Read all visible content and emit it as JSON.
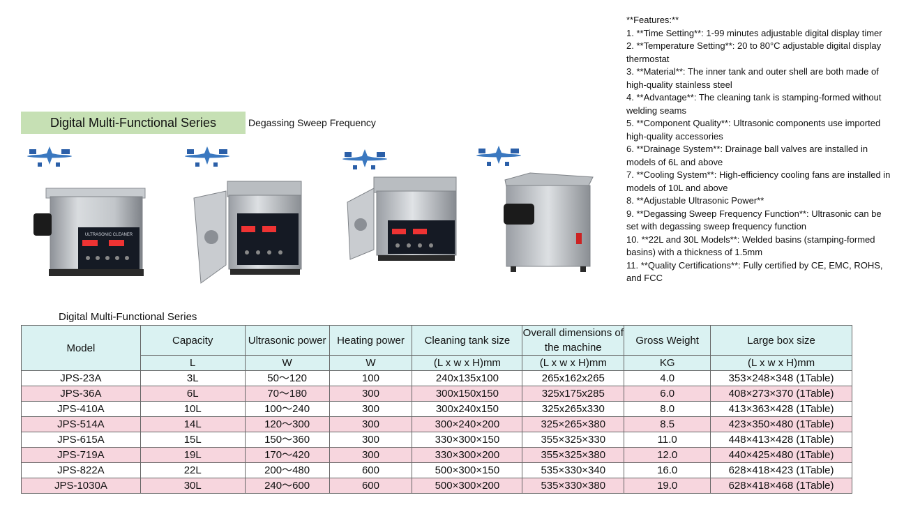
{
  "features": {
    "heading": "**Features:**",
    "lines": [
      "1. **Time Setting**: 1-99 minutes adjustable digital display timer",
      "2. **Temperature Setting**: 20 to 80°C adjustable digital display thermostat",
      "3. **Material**: The inner tank and outer shell are both made of high-quality stainless steel",
      "4. **Advantage**: The cleaning tank is stamping-formed without welding seams",
      "5. **Component Quality**: Ultrasonic components use imported high-quality accessories",
      "6. **Drainage System**: Drainage ball valves are installed in models of 6L and above",
      "7. **Cooling System**: High-efficiency cooling fans are installed in models of 10L and above",
      "8. **Adjustable Ultrasonic Power**",
      "9. **Degassing Sweep Frequency Function**: Ultrasonic can be set with degassing sweep frequency function",
      "10. **22L and 30L Models**: Welded basins (stamping-formed basins) with a thickness of 1.5mm",
      "11. **Quality Certifications**: Fully certified by CE, EMC, ROHS, and FCC"
    ]
  },
  "banner": {
    "title": "Digital Multi-Functional Series",
    "side_label": "Degassing Sweep Frequency"
  },
  "product_panel_text": "ULTRASONIC CLEANER",
  "table": {
    "title": "Digital Multi-Functional Series",
    "headers": [
      "Model",
      "Capacity",
      "Ultrasonic power",
      "Heating power",
      "Cleaning tank size",
      "Overall dimensions of the machine",
      "Gross Weight",
      "Large box size"
    ],
    "units": [
      "L",
      "W",
      "W",
      "(L x w x H)mm",
      "(L x w x H)mm",
      "KG",
      "(L x w x H)mm"
    ],
    "rows": [
      [
        "JPS-23A",
        "3L",
        "50～120",
        "100",
        "240x135x100",
        "265x162x265",
        "4.0",
        "353×248×348 (1Table)"
      ],
      [
        "JPS-36A",
        "6L",
        "70～180",
        "300",
        "300x150x150",
        "325x175x285",
        "6.0",
        "408×273×370 (1Table)"
      ],
      [
        "JPS-410A",
        "10L",
        "100～240",
        "300",
        "300x240x150",
        "325x265x330",
        "8.0",
        "413×363×428 (1Table)"
      ],
      [
        "JPS-514A",
        "14L",
        "120～300",
        "300",
        "300×240×200",
        "325×265×380",
        "8.5",
        "423×350×480 (1Table)"
      ],
      [
        "JPS-615A",
        "15L",
        "150～360",
        "300",
        "330×300×150",
        "355×325×330",
        "11.0",
        "448×413×428 (1Table)"
      ],
      [
        "JPS-719A",
        "19L",
        "170～420",
        "300",
        "330×300×200",
        "355×325×380",
        "12.0",
        "440×425×480 (1Table)"
      ],
      [
        "JPS-822A",
        "22L",
        "200～480",
        "600",
        "500×300×150",
        "535×330×340",
        "16.0",
        "628×418×423 (1Table)"
      ],
      [
        "JPS-1030A",
        "30L",
        "240～600",
        "600",
        "500×300×200",
        "535×330×380",
        "19.0",
        "628×418×468 (1Table)"
      ]
    ]
  }
}
